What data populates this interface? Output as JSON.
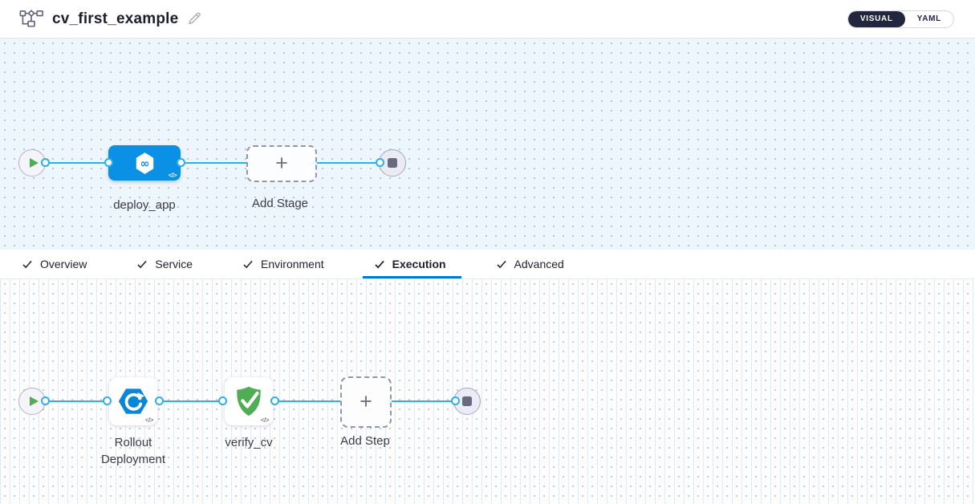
{
  "header": {
    "title": "cv_first_example",
    "visual_label": "VISUAL",
    "yaml_label": "YAML",
    "selected_view": "VISUAL"
  },
  "tabs": [
    {
      "label": "Overview",
      "checked": true,
      "active": false
    },
    {
      "label": "Service",
      "checked": true,
      "active": false
    },
    {
      "label": "Environment",
      "checked": true,
      "active": false
    },
    {
      "label": "Execution",
      "checked": true,
      "active": true
    },
    {
      "label": "Advanced",
      "checked": true,
      "active": false
    }
  ],
  "stage_pipeline": {
    "stage_label": "deploy_app",
    "stage_icon": "cd-hexagon-infinity-icon",
    "add_stage_label": "Add Stage",
    "code_badge": "</>"
  },
  "execution_pipeline": {
    "step1_label": "Rollout Deployment",
    "step1_icon": "rollout-deployment-icon",
    "step2_label": "verify_cv",
    "step2_icon": "verify-shield-check-icon",
    "add_step_label": "Add Step",
    "code_badge": "</>"
  },
  "colors": {
    "stage_blue": "#0a90e4",
    "connector_blue": "#2bb0e8",
    "tab_underline_blue": "#0277d4",
    "success_green": "#4fae53",
    "play_green": "#4fae55",
    "toggle_dark": "#22273f",
    "stage_canvas_bg": "#edf6fc",
    "exec_canvas_bg": "#fdfdfe"
  }
}
